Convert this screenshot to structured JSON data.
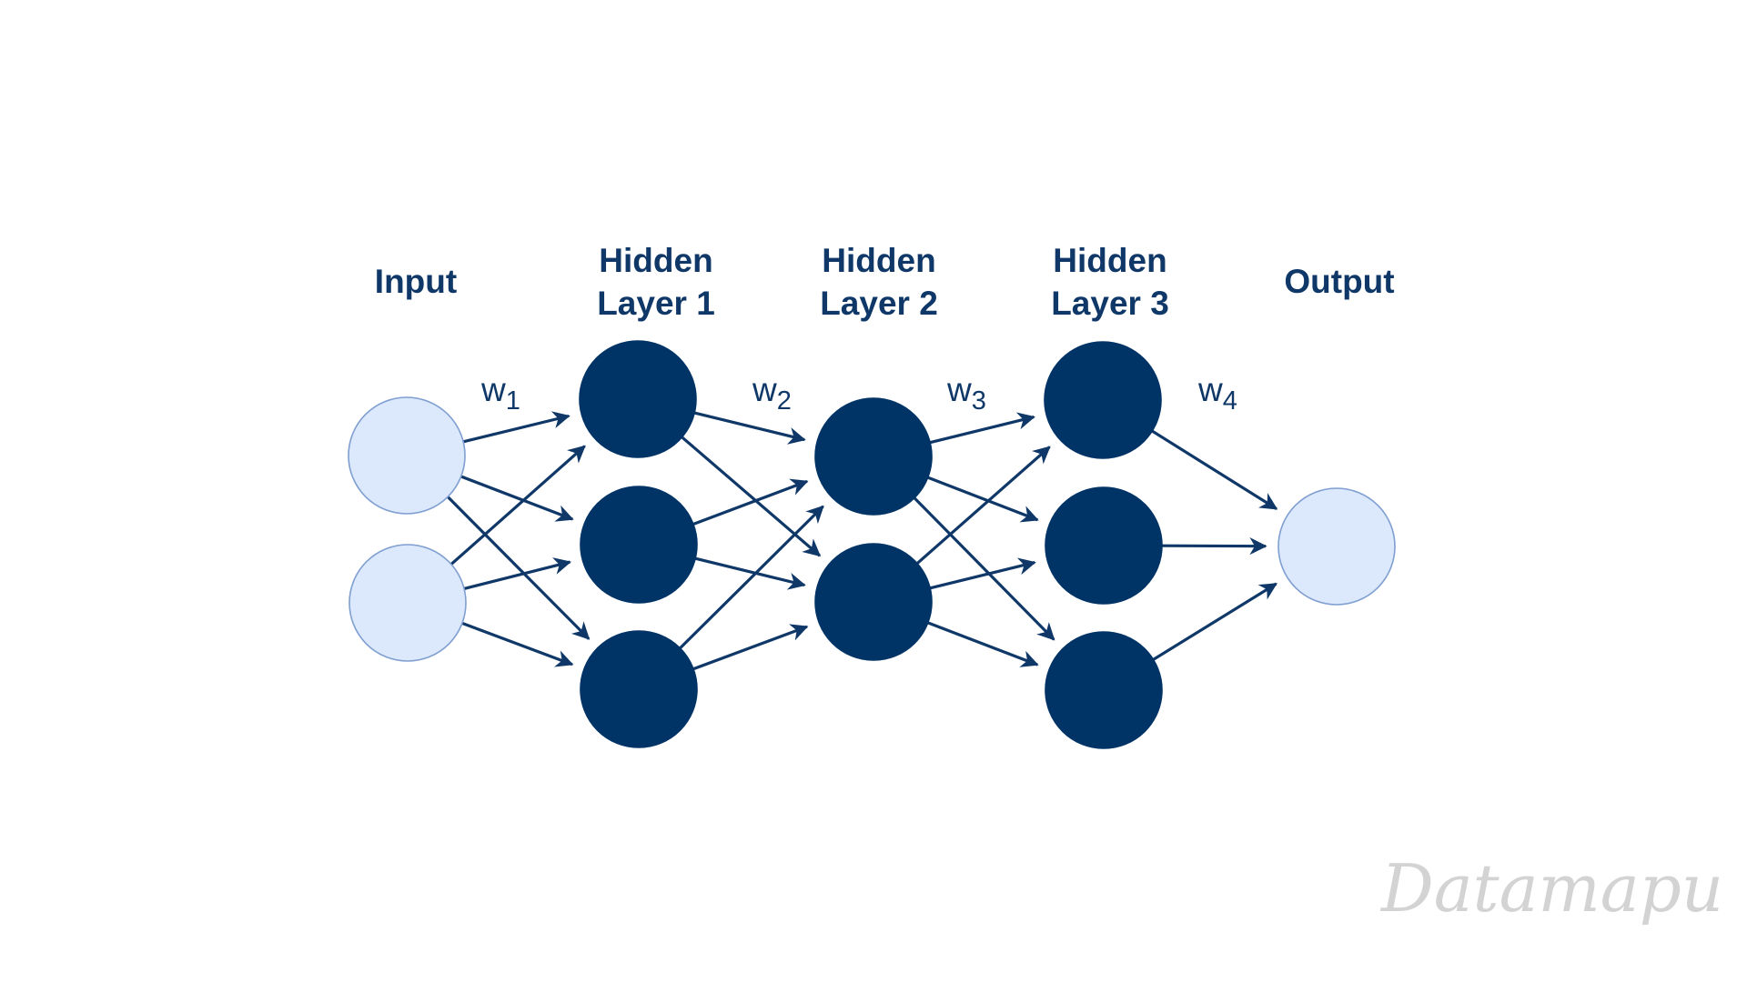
{
  "diagram": {
    "layers": [
      {
        "title_line1": "Input",
        "title_line2": "",
        "nodes": 2,
        "style": "light"
      },
      {
        "title_line1": "Hidden",
        "title_line2": "Layer 1",
        "nodes": 3,
        "style": "dark"
      },
      {
        "title_line1": "Hidden",
        "title_line2": "Layer 2",
        "nodes": 2,
        "style": "dark"
      },
      {
        "title_line1": "Hidden",
        "title_line2": "Layer 3",
        "nodes": 3,
        "style": "dark"
      },
      {
        "title_line1": "Output",
        "title_line2": "",
        "nodes": 1,
        "style": "light"
      }
    ],
    "weights": [
      {
        "base": "w",
        "sub": "1"
      },
      {
        "base": "w",
        "sub": "2"
      },
      {
        "base": "w",
        "sub": "3"
      },
      {
        "base": "w",
        "sub": "4"
      }
    ],
    "connectivity": "fully-connected",
    "colors": {
      "input_output_fill": "#dce8fb",
      "input_output_stroke": "#7f9fd1",
      "hidden_fill": "#003366",
      "edge": "#0f3868",
      "text": "#0f3868"
    }
  },
  "watermark": "Datamapu"
}
